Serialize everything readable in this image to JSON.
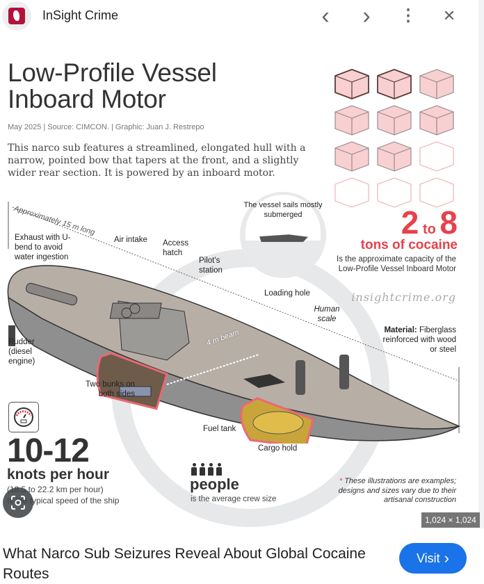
{
  "header": {
    "site_name": "InSight Crime",
    "icons": {
      "favicon": "insightcrime-logo",
      "prev": "chevron-left-icon",
      "next": "chevron-right-icon",
      "more": "more-vert-icon",
      "close": "close-icon"
    },
    "prev_glyph": "‹",
    "next_glyph": "›",
    "more_glyph": "⋮",
    "close_glyph": "✕"
  },
  "infographic": {
    "title_line1": "Low-Profile Vessel",
    "title_line2": "Inboard Motor",
    "meta": "May 2025 | Source: CIMCON. | Graphic: Juan J. Restrepo",
    "description": "This narco sub features a streamlined, elongated hull with a narrow, pointed bow that tapers at the front, and a slightly wider rear section. It is powered by an inboard motor.",
    "submerged_note": "The vessel sails mostly submerged",
    "capacity": {
      "from": "2",
      "to_word": "to",
      "to": "8",
      "unit": "tons of cocaine",
      "description": "Is the approximate capacity of the Low-Profile Vessel Inboard Motor",
      "cube_icons_filled": 8,
      "cube_icons_total": 12,
      "accent_color": "#e8414b"
    },
    "watermark": "insightcrime.org",
    "labels": {
      "length": "Approximately 15 m long",
      "exhaust": "Exhaust with U-bend to avoid water ingestion",
      "air_intake": "Air intake",
      "access_hatch": "Access hatch",
      "pilot_station": "Pilot's station",
      "loading_hole": "Loading hole",
      "human_scale": "Human scale",
      "material_bold": "Material:",
      "material": "Fiberglass reinforced with wood or steel",
      "rudder": "Rudder (diesel engine)",
      "beam": "4 m beam",
      "bunks": "Two bunks on both sides",
      "fuel_tank": "Fuel tank",
      "cargo_hold": "Cargo hold"
    },
    "speed": {
      "icon": "speedometer-icon",
      "value": "10-12",
      "unit": "knots per hour",
      "conversion": "(18.5 to 22.2 km per hour)",
      "description": "Is the typical speed of the ship"
    },
    "crew": {
      "icon": "people-icon",
      "count_icons": 4,
      "word": "people",
      "description": "is the average crew size"
    },
    "disclaimer_star": "*",
    "disclaimer": "These illustrations are examples; designs and sizes vary due to their artisanal construction"
  },
  "image_dims": "1,024 × 1,024",
  "lens_icon": "google-lens-icon",
  "footer": {
    "page_title": "What Narco Sub Seizures Reveal About Global Cocaine Routes",
    "visit_label": "Visit",
    "visit_glyph": "›"
  }
}
